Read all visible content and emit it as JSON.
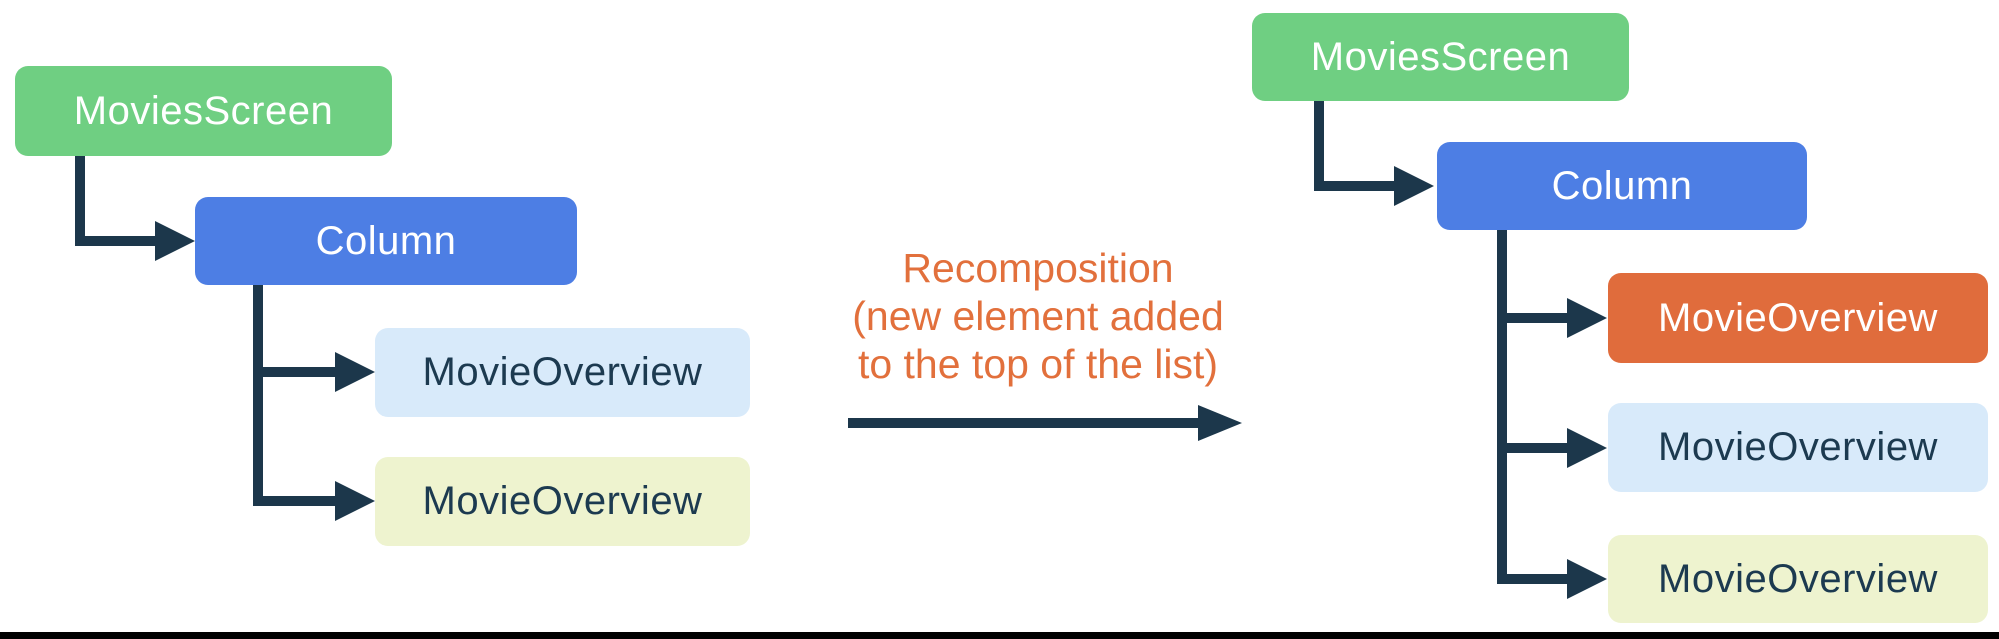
{
  "diagram": {
    "left_tree": {
      "nodes": [
        {
          "label": "MoviesScreen"
        },
        {
          "label": "Column"
        },
        {
          "label": "MovieOverview"
        },
        {
          "label": "MovieOverview"
        }
      ]
    },
    "right_tree": {
      "nodes": [
        {
          "label": "MoviesScreen"
        },
        {
          "label": "Column"
        },
        {
          "label": "MovieOverview"
        },
        {
          "label": "MovieOverview"
        },
        {
          "label": "MovieOverview"
        }
      ]
    },
    "annotation": {
      "line1": "Recomposition",
      "line2": "(new element added",
      "line3": "to the top of the list)"
    },
    "colors": {
      "green": "#6FCF82",
      "blue": "#4D7EE4",
      "light_blue": "#D8EAFA",
      "light_yellow": "#EEF3CF",
      "orange": "#E06C3C",
      "connector_navy": "#1C374B",
      "annotation_orange": "#E2703C",
      "dark_text": "#1C3A50",
      "white_text": "#FFFFFF",
      "bottom_bar": "#000000"
    }
  }
}
